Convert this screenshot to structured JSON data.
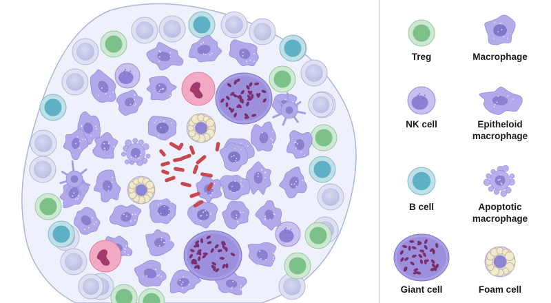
{
  "legend": {
    "items": [
      {
        "key": "treg",
        "label": "Treg",
        "fill": "#7cc08a",
        "ring": "#cfe8d3"
      },
      {
        "key": "macrophage",
        "label": "Macrophage",
        "fill": "#a39ce0",
        "nucleus": "#8077c9"
      },
      {
        "key": "nk_cell",
        "label": "NK cell",
        "fill": "#b4a8e8",
        "nucleus": "#8f7fd4"
      },
      {
        "key": "epitheloid_macrophage",
        "label": "Epitheloid macrophage"
      },
      {
        "key": "b_cell",
        "label": "B cell",
        "fill": "#5fb0c4",
        "ring": "#bfe0e7"
      },
      {
        "key": "apoptotic_macrophage",
        "label": "Apoptotic macrophage"
      },
      {
        "key": "giant_cell",
        "label": "Giant cell",
        "fill": "#8d7fd3",
        "nuclei": "#7a2e6d"
      },
      {
        "key": "foam_cell",
        "label": "Foam cell",
        "droplet": "#c9b98a"
      }
    ]
  },
  "colors": {
    "granuloma_fill": "#eef1fb",
    "granuloma_stroke": "#a9b5dc",
    "t_cell": "#b8b8e0",
    "neutrophil": "#f2a9c4",
    "bacteria": "#c8484f",
    "legend_divider": "#bdbdbd"
  }
}
